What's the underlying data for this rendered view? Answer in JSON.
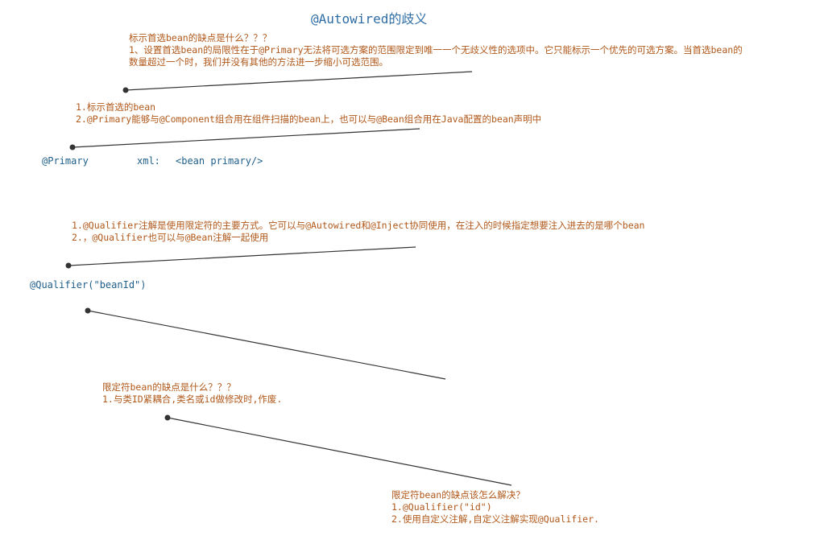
{
  "title": "@Autowired的歧义",
  "primary_drawback": {
    "heading": "标示首选bean的缺点是什么？？？",
    "line1": "1、设置首选bean的局限性在于@Primary无法将可选方案的范围限定到唯一一个无歧义性的选项中。它只能标示一个优先的可选方案。当首选bean的",
    "line2": "数量超过一个时，我们并没有其他的方法进一步缩小可选范围。"
  },
  "primary_notes": {
    "line1": "1.标示首选的bean",
    "line2": "2.@Primary能够与@Component组合用在组件扫描的bean上，也可以与@Bean组合用在Java配置的bean声明中"
  },
  "primary_node": {
    "annotation": "@Primary",
    "xml_label": "xml:",
    "xml_value": "<bean primary/>"
  },
  "qualifier_notes": {
    "line1": "1.@Qualifier注解是使用限定符的主要方式。它可以与@Autowired和@Inject协同使用，在注入的时候指定想要注入进去的是哪个bean",
    "line2": "2.，@Qualifier也可以与@Bean注解一起使用"
  },
  "qualifier_node": {
    "annotation": "@Qualifier(\"beanId\")"
  },
  "qualifier_drawback": {
    "heading": "限定符bean的缺点是什么？？？",
    "line1": "1.与类ID紧耦合,类名或id做修改时,作废."
  },
  "qualifier_solution": {
    "heading": "限定符bean的缺点该怎么解决？",
    "line1": "1.@Qualifier(\"id\")",
    "line2": "2.使用自定义注解,自定义注解实现@Qualifier."
  },
  "colors": {
    "title": "#2e6da4",
    "note_text": "#b0581a",
    "code_text": "#1f5f8b",
    "connector": "#333333"
  }
}
